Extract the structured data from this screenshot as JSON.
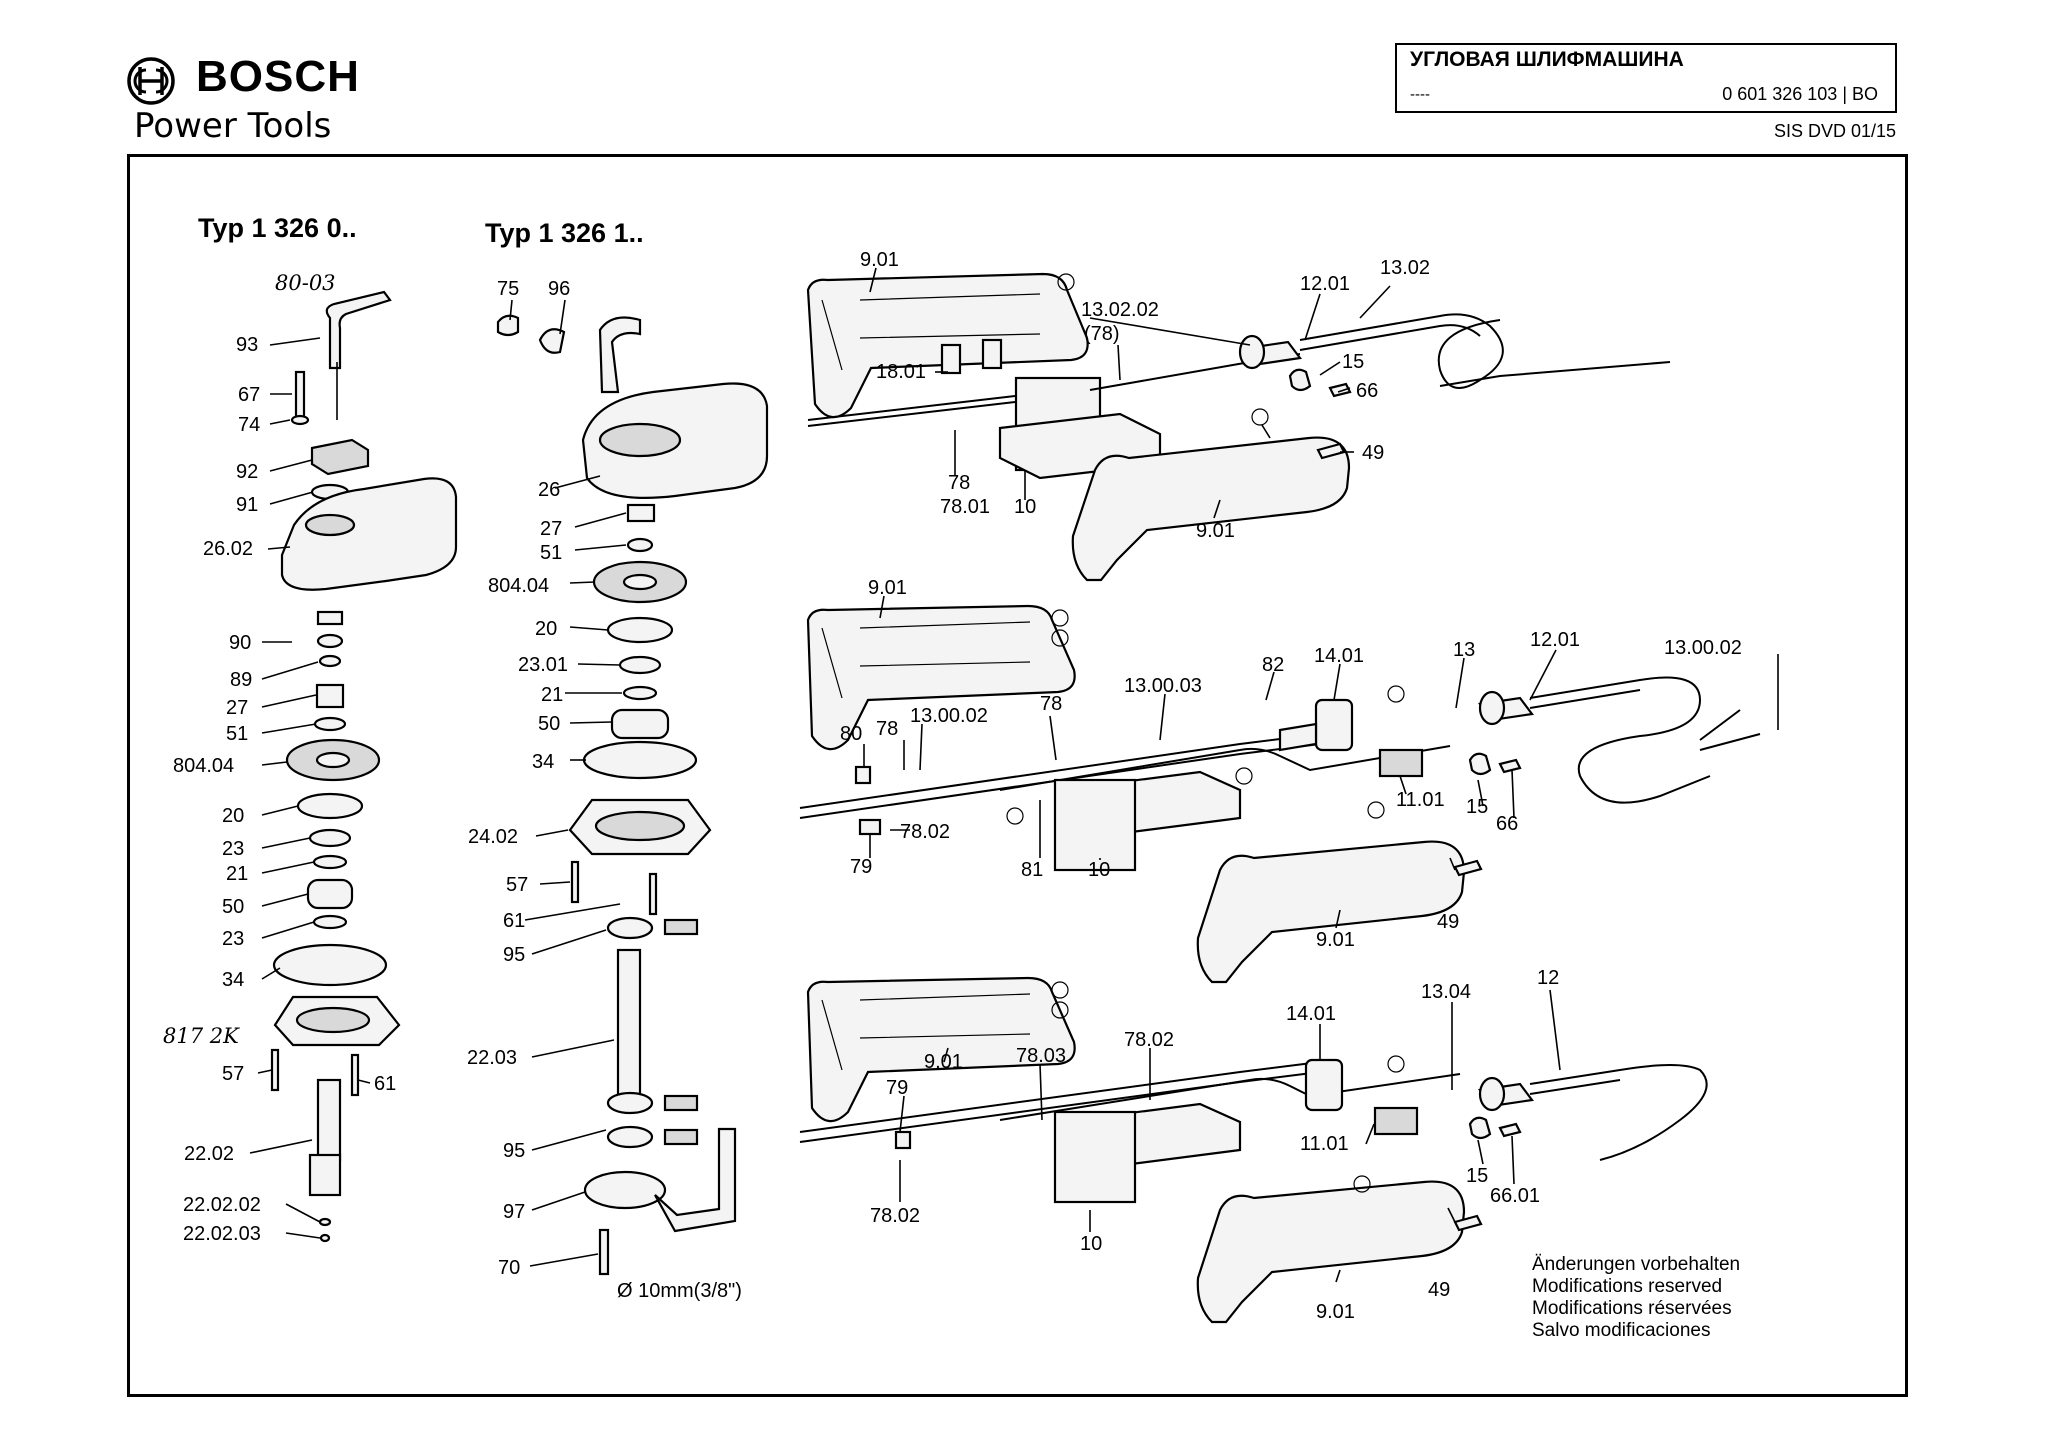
{
  "header": {
    "brand": "BOSCH",
    "subbrand": "Power Tools",
    "title": "УГЛОВАЯ ШЛИФМАШИНА",
    "title_sub": "----",
    "part_number": "0 601 326 103 | BO",
    "sis": "SIS DVD 01/15"
  },
  "diagram": {
    "type_left": "Typ 1 326 0..",
    "type_mid": "Typ 1 326 1..",
    "hand_top": "80-03",
    "hand_left": "817 2K",
    "dim_label": "Ø 10mm(3/8\")",
    "notes": [
      "Änderungen vorbehalten",
      "Modifications reserved",
      "Modifications réservées",
      "Salvo modificaciones"
    ],
    "left_labels": [
      "93",
      "67",
      "74",
      "92",
      "91",
      "26.02",
      "90",
      "89",
      "27",
      "51",
      "804.04",
      "20",
      "23",
      "21",
      "50",
      "23",
      "34",
      "57",
      "61",
      "22.02",
      "22.02.02",
      "22.02.03"
    ],
    "mid_labels": [
      "75",
      "96",
      "26",
      "27",
      "51",
      "804.04",
      "20",
      "23.01",
      "21",
      "50",
      "34",
      "24.02",
      "57",
      "61",
      "95",
      "22.03",
      "95",
      "97",
      "70"
    ],
    "top_labels": [
      "9.01",
      "13.02.02",
      "(78)",
      "12.01",
      "13.02",
      "18.01",
      "15",
      "66",
      "78",
      "78.01",
      "10",
      "49",
      "9.01"
    ],
    "middle_labels": [
      "9.01",
      "82",
      "14.01",
      "13",
      "12.01",
      "13.00.02",
      "13.00.03",
      "78",
      "80",
      "78",
      "13.00.02",
      "11.01",
      "15",
      "66",
      "79",
      "78.02",
      "81",
      "10",
      "49",
      "9.01"
    ],
    "bottom_labels": [
      "9.01",
      "14.01",
      "13.04",
      "12",
      "79",
      "78.03",
      "78.02",
      "11.01",
      "15",
      "66.01",
      "78.02",
      "10",
      "49",
      "9.01"
    ]
  }
}
